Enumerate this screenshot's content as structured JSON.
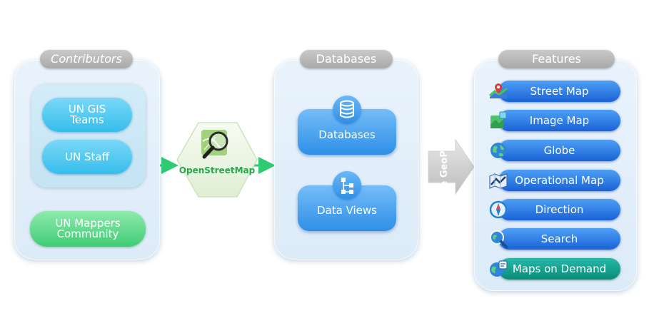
{
  "contributors": {
    "title": "Contributors",
    "gis_teams": "UN GIS\nTeams",
    "staff": "UN Staff",
    "mappers": "UN Mappers\nCommunity"
  },
  "osm": {
    "label": "OpenStreetMap"
  },
  "databases": {
    "title": "Databases",
    "db_label": "Databases",
    "views_label": "Data Views"
  },
  "geoportal": {
    "label": "Unite GeoPortal"
  },
  "features": {
    "title": "Features",
    "items": [
      {
        "label": "Street Map",
        "icon": "street-map-icon"
      },
      {
        "label": "Image Map",
        "icon": "image-map-icon"
      },
      {
        "label": "Globe",
        "icon": "globe-icon"
      },
      {
        "label": "Operational Map",
        "icon": "operational-map-icon"
      },
      {
        "label": "Direction",
        "icon": "compass-icon"
      },
      {
        "label": "Search",
        "icon": "search-globe-icon"
      },
      {
        "label": "Maps on Demand",
        "icon": "maps-on-demand-icon"
      }
    ]
  },
  "colors": {
    "connector_green": "#2ecc71",
    "feature_blue": "#1a62d6",
    "feature_teal": "#0a8c7a"
  }
}
